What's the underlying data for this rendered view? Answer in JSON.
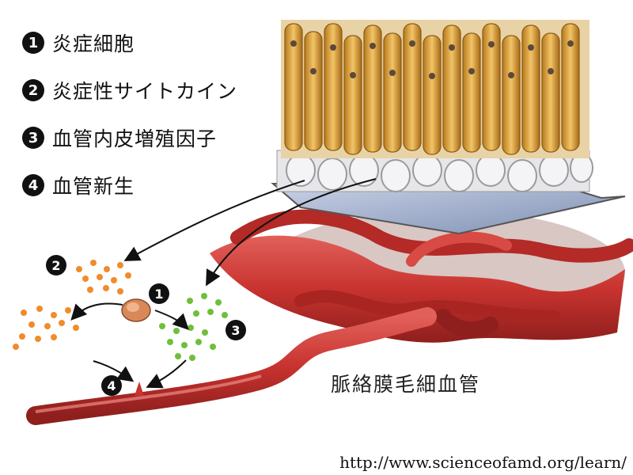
{
  "legend": [
    {
      "number": "1",
      "label": "炎症細胞"
    },
    {
      "number": "2",
      "label": "炎症性サイトカイン"
    },
    {
      "number": "3",
      "label": "血管内皮増殖因子"
    },
    {
      "number": "4",
      "label": "血管新生"
    }
  ],
  "markers": {
    "m1": "1",
    "m2": "2",
    "m3": "3",
    "m4": "4"
  },
  "caption": "脈絡膜毛細血管",
  "source_url": "http://www.scienceofamd.org/learn/",
  "colors": {
    "photoreceptor": "#d9a441",
    "vessel_red": "#c8332f",
    "cytokine_orange": "#f08c2a",
    "vegf_green": "#6fbf3a",
    "plate_blue": "#8e9fc2"
  }
}
